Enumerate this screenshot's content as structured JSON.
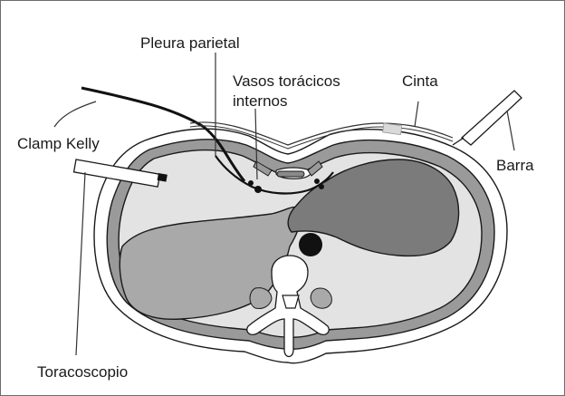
{
  "labels": {
    "pleura": "Pleura parietal",
    "vasos_1": "Vasos torácicos",
    "vasos_2": "internos",
    "cinta": "Cinta",
    "clamp": "Clamp Kelly",
    "barra": "Barra",
    "toracoscopio": "Toracoscopio"
  },
  "colors": {
    "outline": "#1a1a1a",
    "chest_wall": "#9a9a9a",
    "pleural_cavity": "#e3e3e3",
    "lung": "#a9a9a9",
    "heart": "#7b7b7b",
    "aorta": "#111111"
  }
}
